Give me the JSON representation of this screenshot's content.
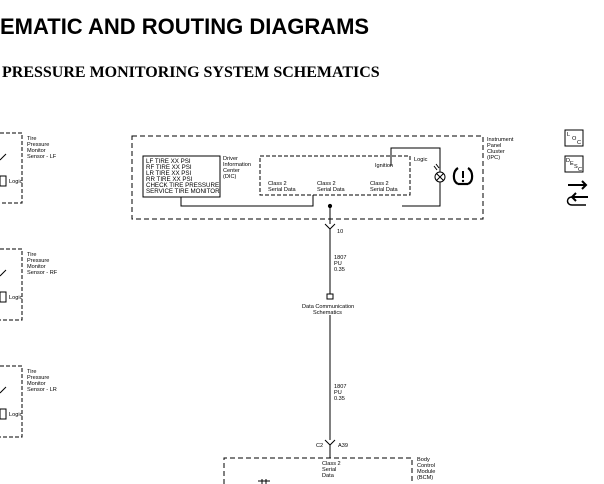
{
  "header": {
    "title": "EMATIC AND ROUTING DIAGRAMS",
    "subtitle": "PRESSURE MONITORING SYSTEM SCHEMATICS"
  },
  "sensors": [
    {
      "lines": [
        "Tire",
        "Pressure",
        "Monitor",
        "Sensor - LF"
      ],
      "logic": "Logic"
    },
    {
      "lines": [
        "Tire",
        "Pressure",
        "Monitor",
        "Sensor - RF"
      ],
      "logic": "Logic"
    },
    {
      "lines": [
        "Tire",
        "Pressure",
        "Monitor",
        "Sensor - LR"
      ],
      "logic": "Logic"
    }
  ],
  "ipc": {
    "label": [
      "Instrument",
      "Panel",
      "Cluster",
      "(IPC)"
    ],
    "dic_label": [
      "Driver",
      "Information",
      "Center",
      "(DIC)"
    ],
    "dic_messages": [
      "LF TIRE XX PSI",
      "RF TIRE XX PSI",
      "LR TIRE XX PSI",
      "RR TIRE XX PSI",
      "CHECK TIRE PRESSURE",
      "SERVICE TIRE MONITOR"
    ],
    "serial_data_1": [
      "Class 2",
      "Serial Data"
    ],
    "serial_data_2": [
      "Class 2",
      "Serial Data"
    ],
    "serial_data_3": [
      "Class 2",
      "Serial Data"
    ],
    "ignition": "Ignition",
    "logic": "Logic"
  },
  "wire_top": {
    "pin": "10",
    "circuit": "1807",
    "color": "PU",
    "gauge": "0.35"
  },
  "dcs": [
    "Data Communication",
    "Schematics"
  ],
  "wire_bottom": {
    "circuit": "1807",
    "color": "PU",
    "gauge": "0.35",
    "connector": "C2",
    "pin": "A39"
  },
  "bcm": {
    "label": [
      "Body",
      "Control",
      "Module",
      "(BCM)"
    ],
    "serial_data": [
      "Class 2",
      "Serial",
      "Data"
    ]
  },
  "legend": {
    "loc_letters": [
      "L",
      "O",
      "C"
    ],
    "desc_letters": [
      "D",
      "E",
      "S",
      "C"
    ]
  }
}
